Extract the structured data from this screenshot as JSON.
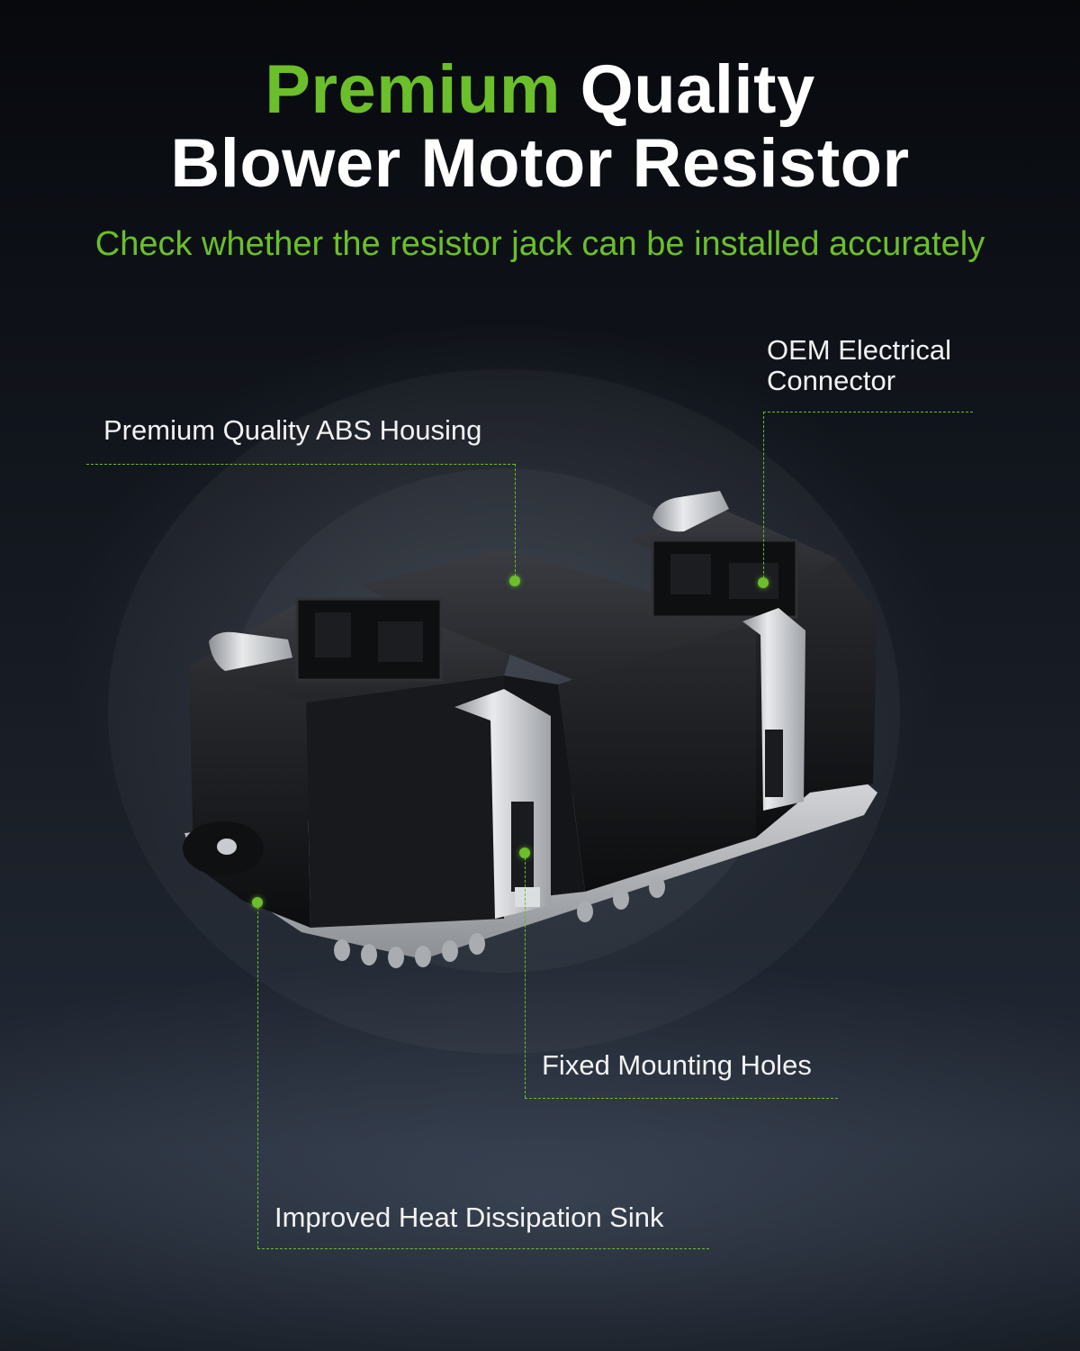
{
  "header": {
    "title_accent": "Premium",
    "title_rest": "Quality",
    "title_line2": "Blower Motor Resistor",
    "subtitle": "Check whether the resistor jack can be installed accurately"
  },
  "callouts": {
    "oem_connector_line1": "OEM Electrical",
    "oem_connector_line2": "Connector",
    "abs_housing": "Premium Quality ABS Housing",
    "mounting_holes": "Fixed Mounting Holes",
    "heat_sink": "Improved Heat Dissipation Sink"
  },
  "colors": {
    "accent": "#6bbf2a",
    "text": "#ffffff",
    "background": "#10141b"
  }
}
